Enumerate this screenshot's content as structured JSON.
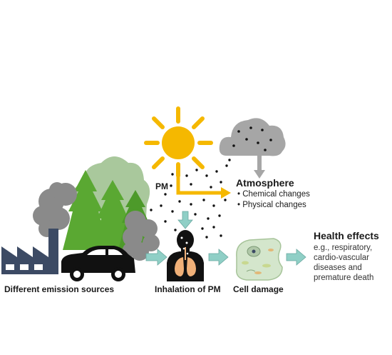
{
  "labels": {
    "emission_sources": "Different emission sources",
    "inhalation": "Inhalation of PM",
    "cell_damage": "Cell damage",
    "pm": "PM"
  },
  "atmosphere": {
    "title": "Atmosphere",
    "changes": [
      "Chemical changes",
      "Physical changes"
    ]
  },
  "health": {
    "title": "Health effects",
    "description": "e.g., respiratory, cardio-vascular diseases and premature death"
  },
  "colors": {
    "sun": "#f5b800",
    "smoke": "#8a8a8a",
    "cloud": "#a6a6a6",
    "tree_light": "#a9c89c",
    "tree_dark": "#5aa832",
    "factory": "#3c4a64",
    "car": "#111111",
    "flow_arrow": "#8fcfc6",
    "lung": "#f0b078"
  }
}
